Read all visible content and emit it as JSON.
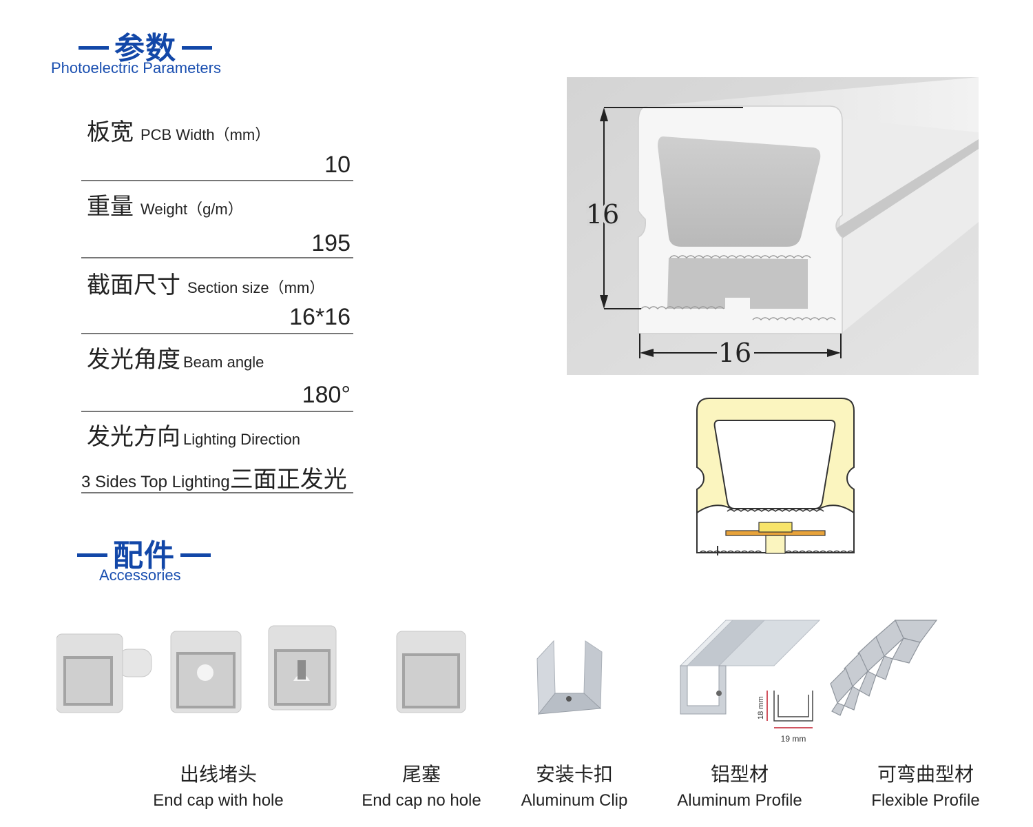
{
  "params_section": {
    "title_cn": "参数",
    "title_en": "Photoelectric Parameters"
  },
  "params": [
    {
      "cn": "板宽",
      "en": "PCB Width（mm）",
      "value": "10"
    },
    {
      "cn": "重量",
      "en": "Weight（g/m）",
      "value": "195"
    },
    {
      "cn": "截面尺寸",
      "en": "Section size（mm）",
      "value": "16*16"
    },
    {
      "cn": "发光角度",
      "en": "Beam angle",
      "value": "180°"
    },
    {
      "cn": "发光方向",
      "en": "Lighting Direction",
      "value_en": "3 Sides Top Lighting",
      "value_cn": "三面正发光"
    }
  ],
  "accessories_section": {
    "title_cn": "配件",
    "title_en": "Accessories"
  },
  "diagram": {
    "height_label": "16",
    "width_label": "16"
  },
  "profile_dims": {
    "height": "18 mm",
    "width": "19 mm"
  },
  "accessories": [
    {
      "cn": "出线堵头",
      "en": "End cap with hole"
    },
    {
      "cn": "尾塞",
      "en": "End cap no hole"
    },
    {
      "cn": "安装卡扣",
      "en": "Aluminum Clip"
    },
    {
      "cn": "铝型材",
      "en": "Aluminum Profile"
    },
    {
      "cn": "可弯曲型材",
      "en": "Flexible Profile"
    }
  ],
  "colors": {
    "brand_blue": "#1247a8",
    "glow_yellow": "#fbf5bf",
    "pcb_orange": "#e8a33a"
  }
}
